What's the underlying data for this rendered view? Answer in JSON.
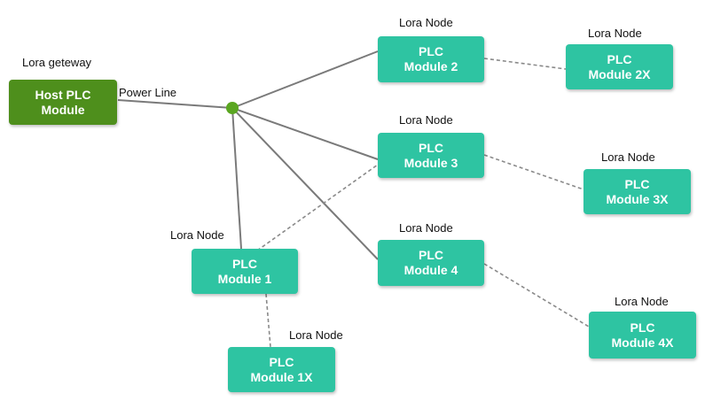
{
  "colors": {
    "host": "#4e8f1c",
    "module": "#2ec4a2",
    "junction": "#5aa621",
    "wire": "#7a7a7a"
  },
  "power_line_label": "Power Line",
  "nodes": {
    "host": {
      "caption": "Lora geteway",
      "line1": "Host PLC",
      "line2": "Module"
    },
    "m1": {
      "caption": "Lora Node",
      "line1": "PLC",
      "line2": "Module 1"
    },
    "m2": {
      "caption": "Lora Node",
      "line1": "PLC",
      "line2": "Module 2"
    },
    "m3": {
      "caption": "Lora Node",
      "line1": "PLC",
      "line2": "Module 3"
    },
    "m4": {
      "caption": "Lora Node",
      "line1": "PLC",
      "line2": "Module 4"
    },
    "m1x": {
      "caption": "Lora Node",
      "line1": "PLC",
      "line2": "Module 1X"
    },
    "m2x": {
      "caption": "Lora Node",
      "line1": "PLC",
      "line2": "Module 2X"
    },
    "m3x": {
      "caption": "Lora Node",
      "line1": "PLC",
      "line2": "Module 3X"
    },
    "m4x": {
      "caption": "Lora Node",
      "line1": "PLC",
      "line2": "Module 4X"
    }
  }
}
